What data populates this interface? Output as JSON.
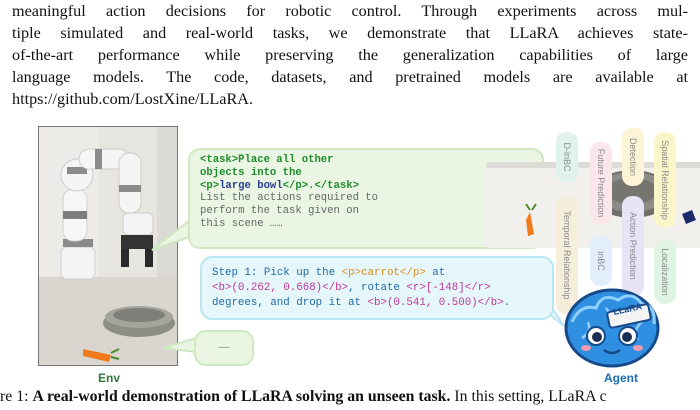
{
  "abstract": {
    "lines": [
      "meaningful action decisions for robotic control. Through experiments across mul-",
      "tiple simulated and real-world tasks, we demonstrate that LLaRA achieves state-",
      "of-the-art performance while preserving the generalization capabilities of large",
      "language models.  The code, datasets, and pretrained models are available at",
      "https://github.com/LostXine/LLaRA."
    ]
  },
  "figure": {
    "env_label": "Env",
    "agent_label": "Agent",
    "task_bubble": {
      "tag_open": "<task>",
      "line1": "Place all other",
      "line2": "objects into the",
      "p_open": "<p>",
      "object": "large bowl",
      "p_close": "</p>",
      "tag_close": ".</task>",
      "instruction": "List the actions required to perform the task given on this scene ……"
    },
    "step_bubble": {
      "s1": "Step 1: Pick up the ",
      "s2": "<p>carrot</p>",
      "s3": " at",
      "s4": "<b>(0.262,  0.668)</b>",
      "s5": ", rotate ",
      "s6": "<r>[-148]</r>",
      "s7": "degrees, and drop it at ",
      "s8": "<b>(0.541, 0.500)</b>",
      "s9": "."
    },
    "dots_bubble": "……",
    "capabilities": [
      "D-inBC",
      "Future Prediction",
      "Detection",
      "Spatial Relationship",
      "Temporal Relationship",
      "inBC",
      "Action Prediction",
      "Localization"
    ],
    "badge_text": "LLaRA"
  },
  "caption": {
    "prefix": "re 1: ",
    "bold": "A real-world demonstration of LLaRA solving an unseen task.",
    "rest": " In this setting, LLaRA c"
  },
  "colors": {
    "green_tag": "#1f8c2c",
    "blue_text": "#1f6aa5",
    "orange": "#e08a1e",
    "magenta": "#c0369a",
    "env_green": "#2f7a3a",
    "agent_blue": "#1d6fb8"
  }
}
